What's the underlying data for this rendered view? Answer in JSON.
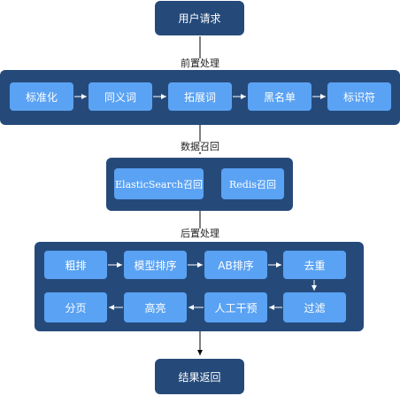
{
  "start": "用户请求",
  "end": "结果返回",
  "stage1": {
    "label": "前置处理",
    "steps": [
      "标准化",
      "同义词",
      "拓展词",
      "黑名单",
      "标识符"
    ]
  },
  "stage2": {
    "label": "数据召回",
    "steps": [
      "ElasticSearch召回",
      "Redis召回"
    ]
  },
  "stage3": {
    "label": "后置处理",
    "row1": [
      "粗排",
      "模型排序",
      "AB排序",
      "去重"
    ],
    "row2": [
      "分页",
      "高亮",
      "人工干预",
      "过滤"
    ]
  },
  "colors": {
    "container": "#254a7a",
    "node": "#5aa2f3",
    "arrow": "#000000",
    "inner_arrow": "#ffffff"
  }
}
